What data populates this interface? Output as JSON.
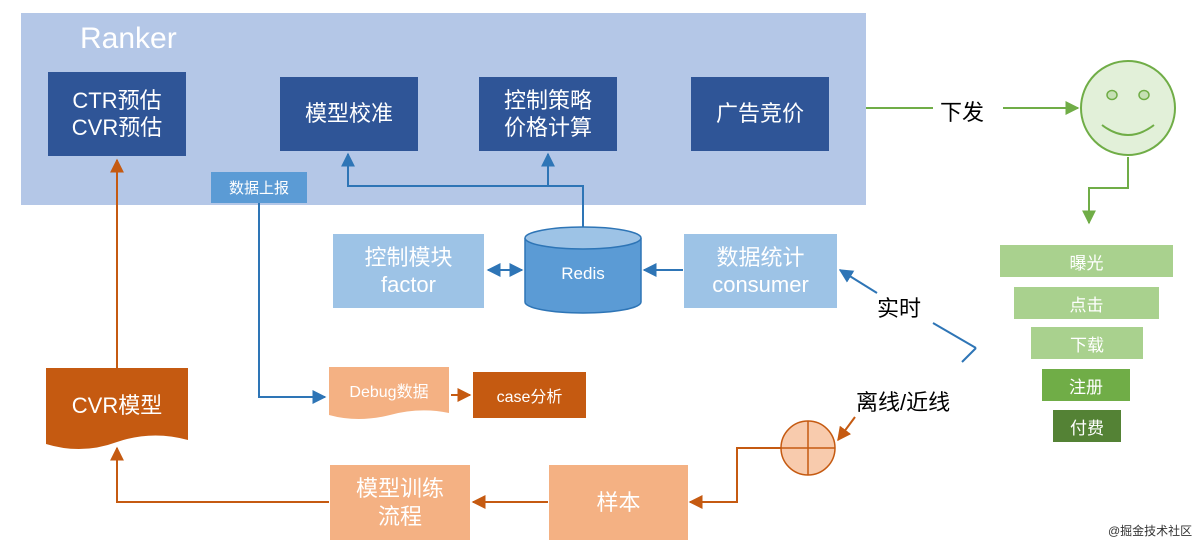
{
  "ranker": {
    "title": "Ranker",
    "boxes": {
      "ctr_cvr": [
        "CTR预估",
        "CVR预估"
      ],
      "calibration": "模型校准",
      "strategy": [
        "控制策略",
        "价格计算"
      ],
      "bidding": "广告竞价"
    }
  },
  "report_label": "数据上报",
  "control_module": [
    "控制模块",
    "factor"
  ],
  "redis_label": "Redis",
  "stats_consumer": [
    "数据统计",
    "consumer"
  ],
  "dispatch_label": "下发",
  "funnel": [
    "曝光",
    "点击",
    "下载",
    "注册",
    "付费"
  ],
  "realtime_label": "实时",
  "offline_label": "离线/近线",
  "cvr_model_label": "CVR模型",
  "debug_data_label": "Debug数据",
  "case_analysis_label": "case分析",
  "training_flow": [
    "模型训练",
    "流程"
  ],
  "samples_label": "样本",
  "watermark": "@掘金技术社区",
  "colors": {
    "panel": "#b4c7e7",
    "dark_blue": "#2f5597",
    "light_blue": "#9dc3e6",
    "mid_blue": "#5b9bd5",
    "blue_line": "#2e75b6",
    "orange": "#f4b183",
    "dark_orange": "#c55a11",
    "orange_line": "#c55a11",
    "green_line": "#70ad47",
    "funnel_greens": [
      "#a9d18e",
      "#a9d18e",
      "#a9d18e",
      "#70ad47",
      "#548235"
    ]
  }
}
